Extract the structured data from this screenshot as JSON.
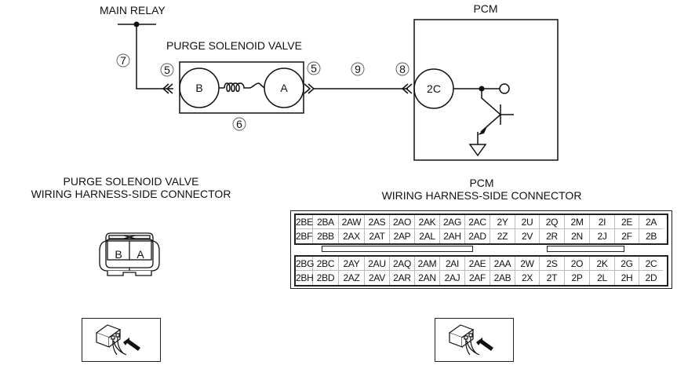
{
  "diagram": {
    "labels": {
      "main_relay": "MAIN RELAY",
      "purge_solenoid_valve": "PURGE SOLENOID VALVE",
      "pcm": "PCM"
    },
    "purge_valve_terminals": [
      "B",
      "A"
    ],
    "pcm_terminal": "2C",
    "callouts": {
      "c7": "7",
      "c5_left": "5",
      "c5_right": "5",
      "c6": "6",
      "c9": "9",
      "c8": "8"
    }
  },
  "purge_connector": {
    "title_line1": "PURGE SOLENOID VALVE",
    "title_line2": "WIRING HARNESS-SIDE CONNECTOR",
    "pins": [
      "B",
      "A"
    ]
  },
  "pcm_connector": {
    "title_line1": "PCM",
    "title_line2": "WIRING HARNESS-SIDE CONNECTOR",
    "top_block": [
      [
        "2BE",
        "2BA",
        "2AW",
        "2AS",
        "2AO",
        "2AK",
        "2AG",
        "2AC",
        "2Y",
        "2U",
        "2Q",
        "2M",
        "2I",
        "2E",
        "2A"
      ],
      [
        "2BF",
        "2BB",
        "2AX",
        "2AT",
        "2AP",
        "2AL",
        "2AH",
        "2AD",
        "2Z",
        "2V",
        "2R",
        "2N",
        "2J",
        "2F",
        "2B"
      ]
    ],
    "bottom_block": [
      [
        "2BG",
        "2BC",
        "2AY",
        "2AU",
        "2AQ",
        "2AM",
        "2AI",
        "2AE",
        "2AA",
        "2W",
        "2S",
        "2O",
        "2K",
        "2G",
        "2C"
      ],
      [
        "2BH",
        "2BD",
        "2AZ",
        "2AV",
        "2AR",
        "2AN",
        "2AJ",
        "2AF",
        "2AB",
        "2X",
        "2T",
        "2P",
        "2L",
        "2H",
        "2D"
      ]
    ]
  },
  "view_icons": [
    {
      "icon": "harness-side-view-icon"
    },
    {
      "icon": "harness-side-view-icon"
    }
  ]
}
